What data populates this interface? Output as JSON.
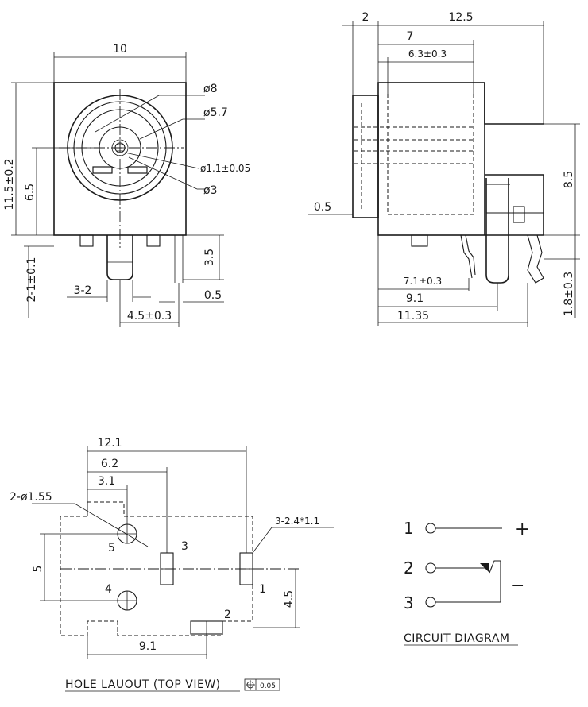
{
  "front_view": {
    "dims": {
      "width": "10",
      "height": "11.5±0.2",
      "center_height": "6.5",
      "dia_8": "ø8",
      "dia_5_7": "ø5.7",
      "dia_1_1": "ø1.1±0.05",
      "dia_3": "ø3",
      "pin_len": "3.5",
      "pin_pitch": "3-2",
      "pin_gap": "2-1±0.1",
      "thickness": "0.5",
      "pin_offset": "4.5±0.3"
    }
  },
  "side_view": {
    "dims": {
      "flange": "2",
      "length": "12.5",
      "body_7": "7",
      "body_6_3": "6.3±0.3",
      "gap": "0.5",
      "height": "8.5",
      "pin_7_1": "7.1±0.3",
      "pin_9_1": "9.1",
      "overall": "11.35",
      "pin_len": "1.8±0.3"
    }
  },
  "hole_layout": {
    "dims": {
      "width": "12.1",
      "hole3_x": "6.2",
      "hole_row_x": "3.1",
      "round_holes": "2-ø1.55",
      "slots": "3-2.4*1.1",
      "pitch_y": "5",
      "slot_y": "4.5",
      "slot2_x": "9.1"
    },
    "pins": [
      "1",
      "2",
      "3",
      "4",
      "5"
    ],
    "title": "HOLE LAUOUT (TOP VIEW)",
    "tolerance": "0.05"
  },
  "circuit": {
    "pins": [
      "1",
      "2",
      "3"
    ],
    "plus": "+",
    "minus": "−",
    "title": "CIRCUIT DIAGRAM"
  }
}
